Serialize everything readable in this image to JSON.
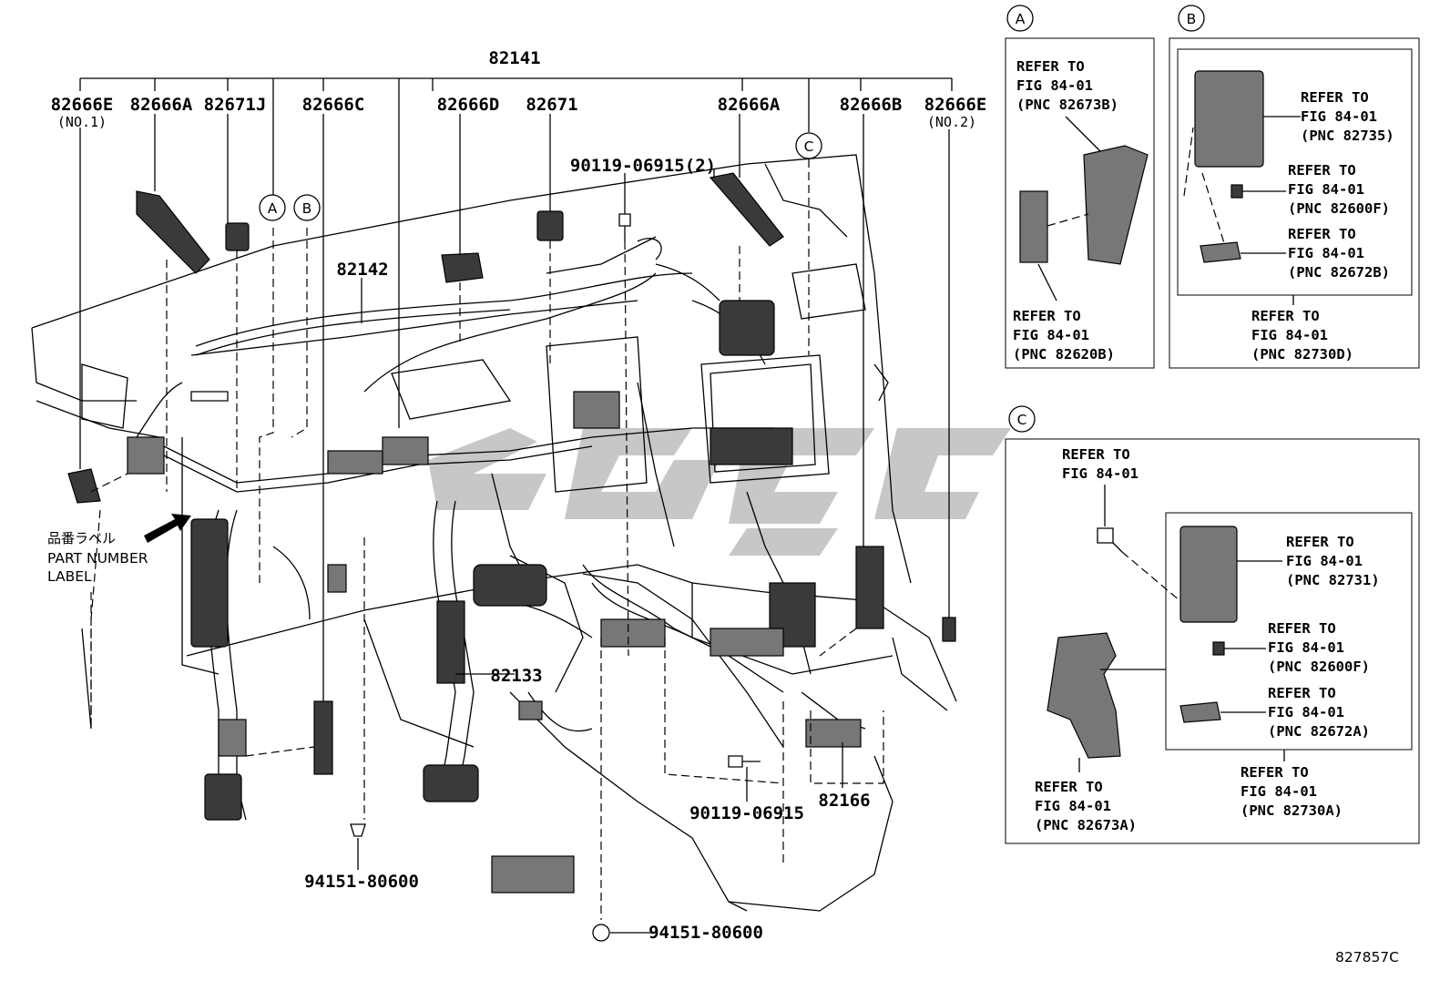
{
  "diagram": {
    "main_part": "82141",
    "top_labels": {
      "p82666E_1": "82666E",
      "p82666E_1_note": "(NO.1)",
      "p82666A_left": "82666A",
      "p82671J": "82671J",
      "p82666C": "82666C",
      "p82666D": "82666D",
      "p82671": "82671",
      "p82666A_right": "82666A",
      "p82666B": "82666B",
      "p82666E_2": "82666E",
      "p82666E_2_note": "(NO.2)"
    },
    "callouts": {
      "bolt_top": "90119-06915(2)",
      "p82142": "82142",
      "p82133": "82133",
      "bolt_bottom": "90119-06915",
      "p82166": "82166",
      "clip_left": "94151-80600",
      "clip_bottom": "94151-80600"
    },
    "circle_markers": [
      "A",
      "B",
      "C"
    ],
    "label_note": {
      "jp": "品番ラベル",
      "line1": "PART NUMBER",
      "line2": "LABEL"
    },
    "figure_id": "827857C"
  },
  "inset_a": {
    "marker": "A",
    "refs": [
      {
        "l1": "REFER TO",
        "l2": "FIG 84-01",
        "l3": "(PNC 82673B)"
      },
      {
        "l1": "REFER TO",
        "l2": "FIG 84-01",
        "l3": "(PNC 82620B)"
      }
    ]
  },
  "inset_b": {
    "marker": "B",
    "refs": [
      {
        "l1": "REFER TO",
        "l2": "FIG 84-01",
        "l3": "(PNC 82735)"
      },
      {
        "l1": "REFER TO",
        "l2": "FIG 84-01",
        "l3": "(PNC 82600F)"
      },
      {
        "l1": "REFER TO",
        "l2": "FIG 84-01",
        "l3": "(PNC 82672B)"
      },
      {
        "l1": "REFER TO",
        "l2": "FIG 84-01",
        "l3": "(PNC 82730D)"
      }
    ]
  },
  "inset_c": {
    "marker": "C",
    "refs": [
      {
        "l1": "REFER TO",
        "l2": "FIG 84-01"
      },
      {
        "l1": "REFER TO",
        "l2": "FIG 84-01",
        "l3": "(PNC 82731)"
      },
      {
        "l1": "REFER TO",
        "l2": "FIG 84-01",
        "l3": "(PNC 82600F)"
      },
      {
        "l1": "REFER TO",
        "l2": "FIG 84-01",
        "l3": "(PNC 82672A)"
      },
      {
        "l1": "REFER TO",
        "l2": "FIG 84-01",
        "l3": "(PNC 82730A)"
      },
      {
        "l1": "REFER TO",
        "l2": "FIG 84-01",
        "l3": "(PNC 82673A)"
      }
    ]
  }
}
